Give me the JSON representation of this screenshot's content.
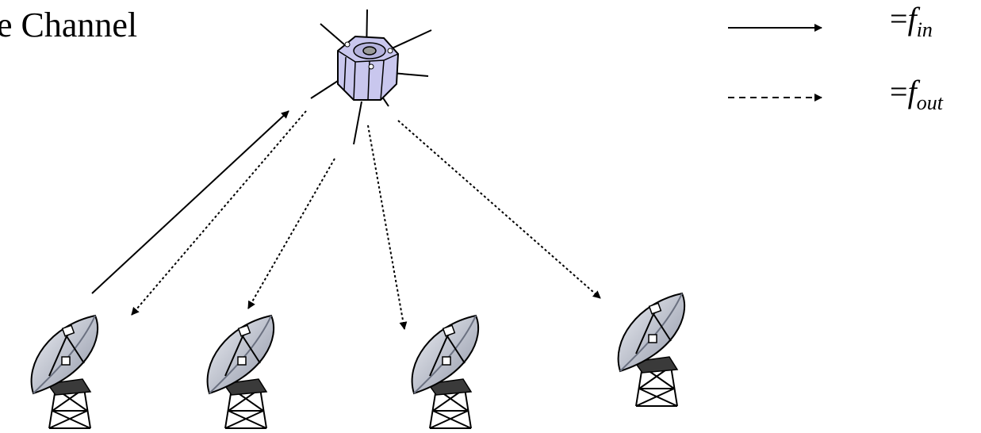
{
  "title": "e Channel",
  "legend": {
    "solid": {
      "eq": "=",
      "symbol": "f",
      "sub": "in"
    },
    "dotted": {
      "eq": "=",
      "symbol": "f",
      "sub": "out"
    }
  },
  "icons": {
    "satellite": "satellite-icon",
    "dish": "dish-antenna-icon"
  },
  "colors": {
    "stroke": "#000000",
    "satellite_body": "#c9c7ee",
    "dish_face": "#b8bcc9"
  }
}
